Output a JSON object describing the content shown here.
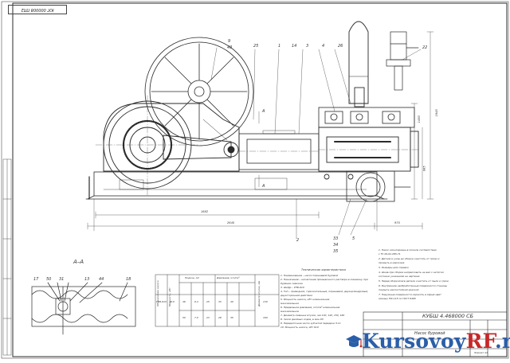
{
  "stamp_top": "ЮГ 000008 ПП2",
  "callouts": [
    "9",
    "43",
    "25",
    "1",
    "14",
    "3",
    "4",
    "26",
    "22",
    "2",
    "33",
    "34",
    "35",
    "5",
    "А",
    "А"
  ],
  "dimensions": [
    "1682",
    "2640",
    "970",
    "1945",
    "1450",
    "985"
  ],
  "section_view": {
    "title": "А–А",
    "callouts": [
      "17",
      "50",
      "31",
      "13",
      "44",
      "18"
    ]
  },
  "tech_characteristics": {
    "heading": "Техническая характеристика",
    "lines": [
      "1. Наименование – насос поршневой буровой",
      "2. Назначение – нагнетание промывочного раствора в скважину при",
      "   бурении скважин",
      "3. Шифр – УНБ-610",
      "4. Тип – приводной, горизонтальный, поршневой, двухцилиндровый,",
      "   двухсторонний действия",
      "5. Мощность насоса, кВт                           номинальная",
      "                                                  максимальная",
      "6. Предельное давление, кгс/см²                   номинальное",
      "                                                  максимальное",
      "7. Диаметр сменных втулок, мм                      130, 140, 150, 160",
      "8. Число двойных ходов, в мин                      65",
      "9. Передаточное число зубчатой передачи            5.11",
      "10. Мощность насоса, кВт                           610"
    ]
  },
  "notes": {
    "lines": [
      "1. Насос смонтирован в полном соответствии",
      "   с ТУ 26-02-285-71",
      "2. Детали и узлы до сборки очистить от грязи и",
      "   промыть в керосине",
      "3. Размеры для справок",
      "4. Шкив при сборке напрессовать на вал с натягом",
      "   согласно указаниям на чертеже",
      "5. Перед сборкой все детали очистить от пыли и грязи",
      "6. Внутренние необработанные поверхности станины",
      "   покрыть маслостойкой краской",
      "7. Наружные поверхности окрасить в серый цвет",
      "   эмалью ПФ-115 по ГОСТ 6465"
    ]
  },
  "table": {
    "headers": [
      "Обозначение насоса",
      "Мощность, кВт",
      "Подача, л/с",
      "Давление, кгс/см²",
      "Диаметр втулок, мм"
    ],
    "rows": [
      [
        "УНБ-610",
        "610",
        "46",
        "6.4",
        "25",
        "33",
        "40",
        "130"
      ],
      [
        "",
        "",
        "50",
        "7.0",
        "23",
        "28",
        "35",
        "160"
      ]
    ]
  },
  "title_block": {
    "designation": "КУБШ 4.468000 СБ",
    "name": "Насос буровой",
    "sheet": "Формат А1"
  },
  "watermark": {
    "text_main": "Kursovoy",
    "text_rf": "RF",
    "text_ru": ".ru"
  },
  "colors": {
    "line": "#2a2a2a",
    "watermark_blue": "#2b5ea8",
    "watermark_red": "#c62828"
  }
}
